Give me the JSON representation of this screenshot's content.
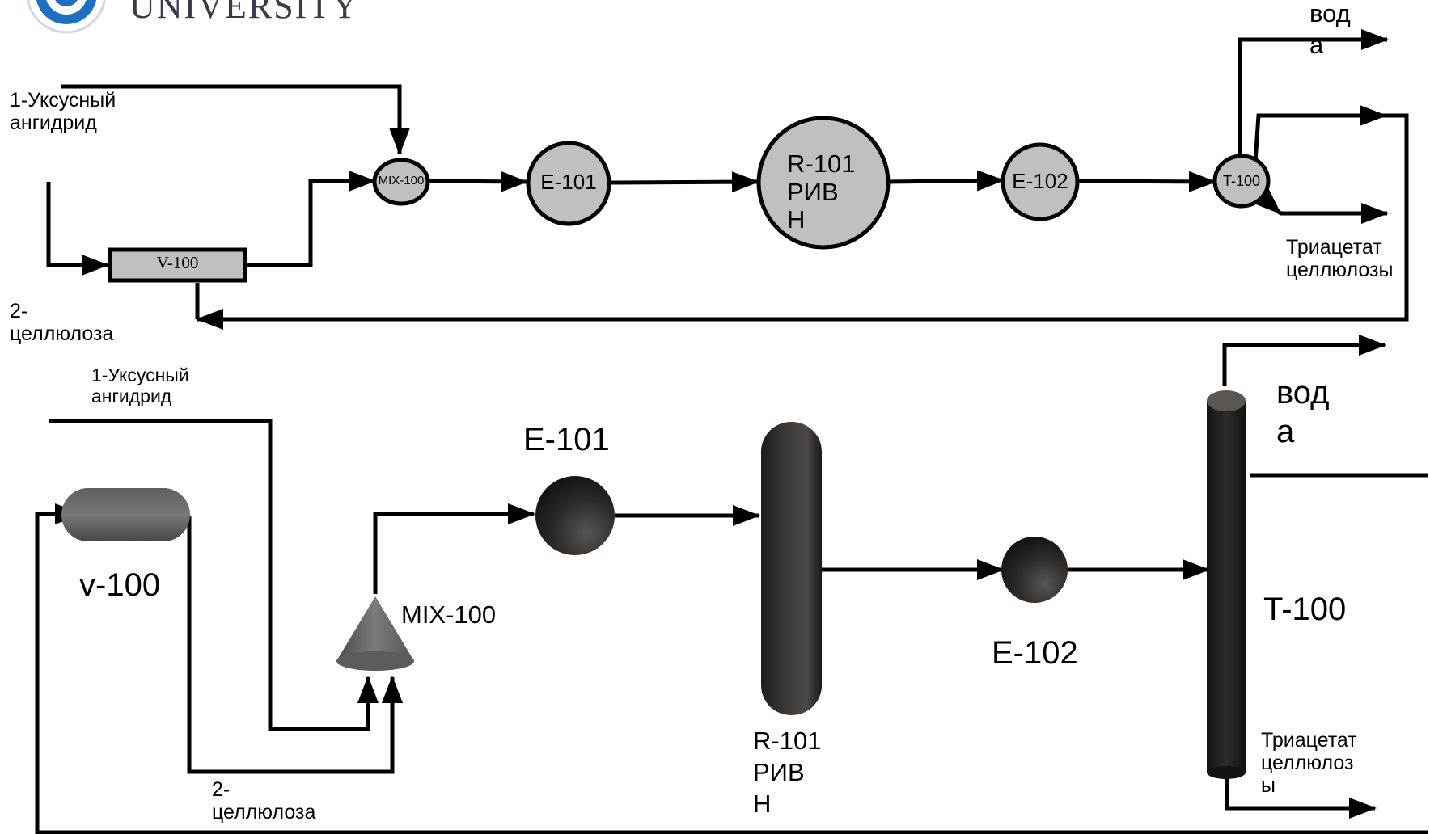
{
  "logo": {
    "text": "UNIVERSITY"
  },
  "top_diagram": {
    "input1": "1-Уксусный\nангидрид",
    "input2": "2-\nцеллюлоза",
    "v100": "V-100",
    "mix100": "MIX-100",
    "e101": "E-101",
    "r101": "R-101\nРИВ\nН",
    "e102": "E-102",
    "t100": "T-100",
    "water": "вод\nа",
    "product": "Триацетат\nцеллюлозы"
  },
  "bottom_diagram": {
    "input1": "1-Уксусный\nангидрид",
    "input2": "2-\nцеллюлоза",
    "v100": "v-100",
    "mix100": "MIX-100",
    "e101": "E-101",
    "r101": "R-101\nРИВ\nН",
    "e102": "E-102",
    "t100": "T-100",
    "water": "вод\nа",
    "product": "Триацетат\nцеллюлоз\nы"
  },
  "colors": {
    "node_fill": "#c0c0c0",
    "stroke": "#000000",
    "dark_equipment": "#2e2b29",
    "logo_blue": "#1f6fc0"
  }
}
